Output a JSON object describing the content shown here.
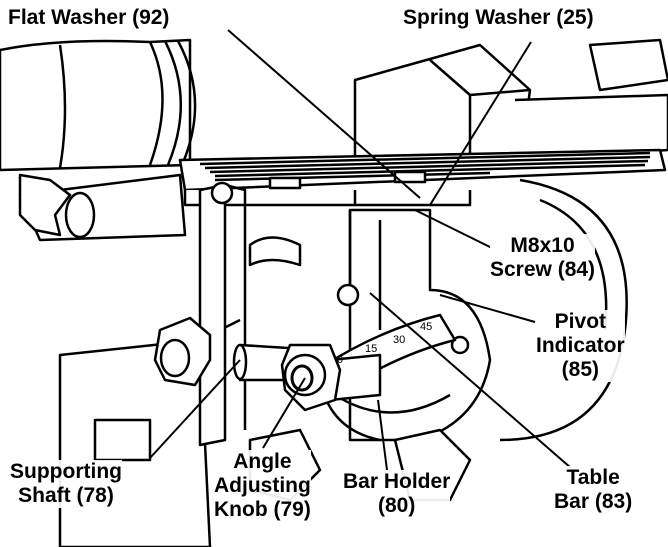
{
  "labels": {
    "flat_washer": "Flat Washer (92)",
    "spring_washer": "Spring Washer (25)",
    "m8_screw": [
      "M8x10",
      "Screw (84)"
    ],
    "pivot_indicator": [
      "Pivot",
      "Indicator",
      "(85)"
    ],
    "table_bar": [
      "Table",
      "Bar (83)"
    ],
    "bar_holder": [
      "Bar Holder",
      "(80)"
    ],
    "angle_knob": [
      "Angle",
      "Adjusting",
      "Knob (79)"
    ],
    "supporting_shaft": [
      "Supporting",
      "Shaft (78)"
    ]
  },
  "scale_ticks": [
    "0",
    "15",
    "30",
    "45"
  ]
}
